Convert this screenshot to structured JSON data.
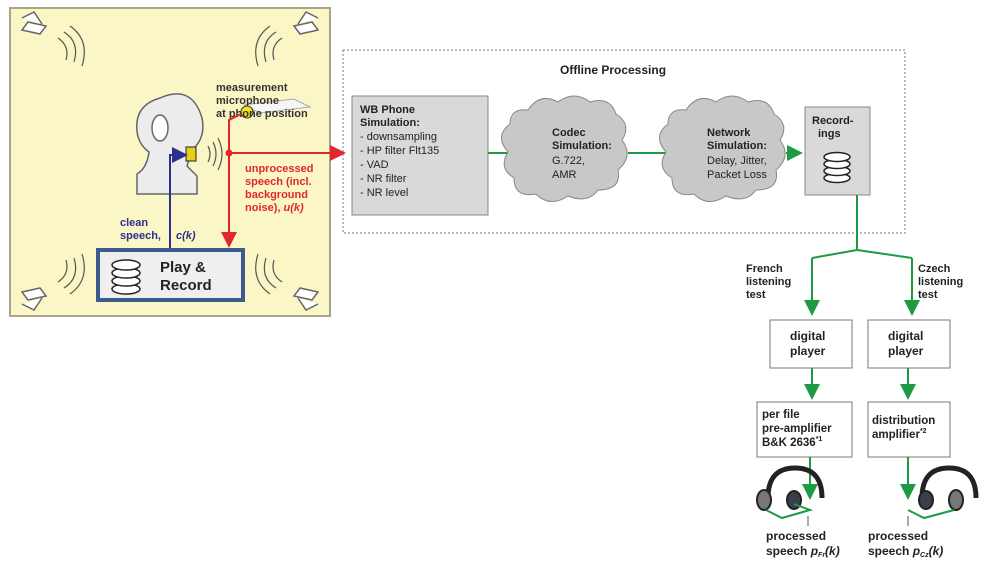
{
  "colors": {
    "room_fill": "#fbf6c6",
    "room_border": "#a9a48c",
    "red": "#e3262b",
    "blue": "#2c2f8c",
    "green": "#1f9a44",
    "box_border": "#3b5b8c",
    "gray_fill": "#d9d9d9"
  },
  "room": {
    "mic_label": [
      "measurement",
      "microphone",
      "at phone position"
    ],
    "unprocessed_label": [
      "unprocessed",
      "speech (incl.",
      "background",
      "noise), "
    ],
    "unprocessed_symbol": "u(k)",
    "clean_label": [
      "clean",
      "speech, "
    ],
    "clean_symbol": "c(k)",
    "play_record": [
      "Play &",
      "Record"
    ]
  },
  "offline": {
    "title": "Offline Processing",
    "wb_phone": {
      "title": [
        "WB Phone",
        "Simulation:"
      ],
      "items": [
        "- downsampling",
        "- HP filter Flt135",
        "- VAD",
        "- NR filter",
        "- NR level"
      ]
    },
    "codec": {
      "title": [
        "Codec",
        "Simulation:"
      ],
      "items": [
        "G.722,",
        "AMR"
      ]
    },
    "network": {
      "title": [
        "Network",
        "Simulation:"
      ],
      "items": [
        "Delay, Jitter,",
        "Packet Loss"
      ]
    },
    "recordings": [
      "Record-",
      "ings"
    ]
  },
  "french": {
    "label": [
      "French",
      "listening",
      "test"
    ],
    "player": [
      "digital",
      "player"
    ],
    "amp": [
      "per file",
      "pre-amplifier",
      "B&K 2636"
    ],
    "amp_note": "*1",
    "output": [
      "processed",
      "speech "
    ],
    "symbol": "p",
    "subscript": "Fr",
    "arg": "(k)"
  },
  "czech": {
    "label": [
      "Czech",
      "listening",
      "test"
    ],
    "player": [
      "digital",
      "player"
    ],
    "amp": [
      "distribution",
      "amplifier"
    ],
    "amp_note": "*2",
    "output": [
      "processed",
      "speech "
    ],
    "symbol": "p",
    "subscript": "Cz",
    "arg": "(k)"
  }
}
